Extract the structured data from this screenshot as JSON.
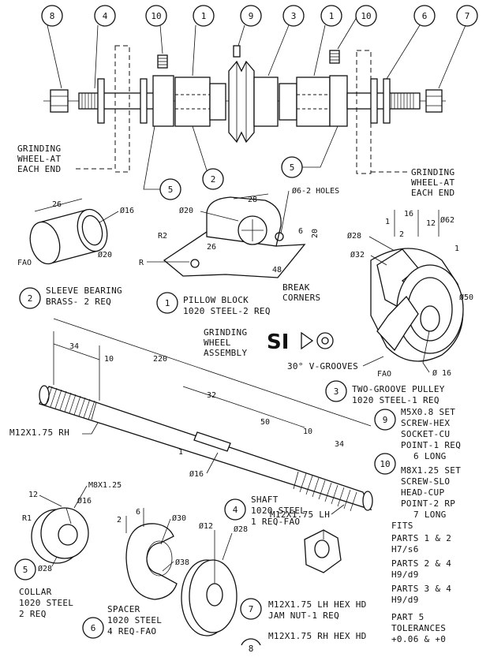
{
  "balloons": {
    "b8": "8",
    "b4": "4",
    "b10a": "10",
    "b1a": "1",
    "b9": "9",
    "b3": "3",
    "b1b": "1",
    "b10b": "10",
    "b6a": "6",
    "b7a": "7",
    "b2a": "2",
    "b5a": "5",
    "b5b": "5",
    "b2b": "2",
    "b1c": "1",
    "b3b": "3",
    "b9b": "9",
    "b10c": "10",
    "b4b": "4",
    "b5c": "5",
    "b6b": "6",
    "b7b": "7",
    "b8b": "8"
  },
  "assembly": {
    "grind_left": [
      "GRINDING",
      "WHEEL-AT",
      "EACH END"
    ],
    "grind_right": [
      "GRINDING",
      "WHEEL-AT",
      "EACH END"
    ]
  },
  "sleeve": {
    "dim_len": "26",
    "dim_id": "Ø16",
    "dim_od": "Ø20",
    "fao": "FAO",
    "title": [
      "SLEEVE BEARING",
      "BRASS- 2 REQ"
    ]
  },
  "pillow": {
    "d20": "Ø20",
    "d28": "28",
    "holes": "Ø6-2 HOLES",
    "r2": "R2",
    "d26": "26",
    "r": "R",
    "d6": "6",
    "d20b": "20",
    "d48": "48",
    "break": [
      "BREAK",
      "CORNERS"
    ],
    "title": [
      "PILLOW BLOCK",
      "1020 STEEL-2 REQ"
    ]
  },
  "pulley": {
    "d16": "16",
    "d12": "12",
    "d62": "Ø62",
    "d1": "1",
    "d2": "2",
    "d1b": "1",
    "d28": "Ø28",
    "d32": "Ø32",
    "d50": "Ø50",
    "fao": "FAO",
    "d16b": "Ø 16",
    "grooves": "30° V-GROOVES",
    "title": [
      "TWO-GROOVE PULLEY",
      "1020 STEEL-1 REQ"
    ]
  },
  "center": {
    "grinding": [
      "GRINDING",
      "WHEEL",
      "ASSEMBLY"
    ],
    "logo": "SI"
  },
  "shaft": {
    "d34a": "34",
    "d10a": "10",
    "d220": "220",
    "d32": "32",
    "d50": "50",
    "d10b": "10",
    "d34b": "34",
    "d1": "1",
    "d16": "Ø16",
    "rh": "M12X1.75 RH",
    "lh": "M12X1.75 LH",
    "title": [
      "SHAFT",
      "1020 STEEL",
      "1 REQ-FAO"
    ]
  },
  "collar": {
    "thread": "M8X1.25",
    "d12": "12",
    "d16": "Ø16",
    "r1": "R1",
    "d28": "Ø28",
    "title": [
      "COLLAR",
      "1020 STEEL",
      "2 REQ"
    ]
  },
  "spacer": {
    "d2": "2",
    "d6": "6",
    "d30": "Ø30",
    "d38": "Ø38",
    "title": [
      "SPACER",
      "1020 STEEL",
      "4 REQ-FAO"
    ]
  },
  "washer": {
    "d12": "Ø12",
    "d28": "Ø28"
  },
  "notes": {
    "n9": [
      "M5X0.8 SET",
      "SCREW-HEX",
      "SOCKET-CU",
      "POINT-1 REQ",
      "6 LONG"
    ],
    "n10": [
      "M8X1.25 SET",
      "SCREW-SLO",
      "HEAD-CUP",
      "POINT-2 RP",
      "7 LONG"
    ],
    "fits_title": "FITS",
    "fit1": [
      "PARTS 1 & 2",
      "H7/s6"
    ],
    "fit2": [
      "PARTS 2 & 4",
      "H9/d9"
    ],
    "fit3": [
      "PARTS 3 & 4",
      "H9/d9"
    ],
    "part5": [
      "PART 5",
      "TOLERANCES",
      "+0.06 & +0"
    ],
    "n7": [
      "M12X1.75 LH HEX HD",
      "JAM NUT-1 REQ"
    ],
    "n8": "M12X1.75 RH HEX HD"
  }
}
